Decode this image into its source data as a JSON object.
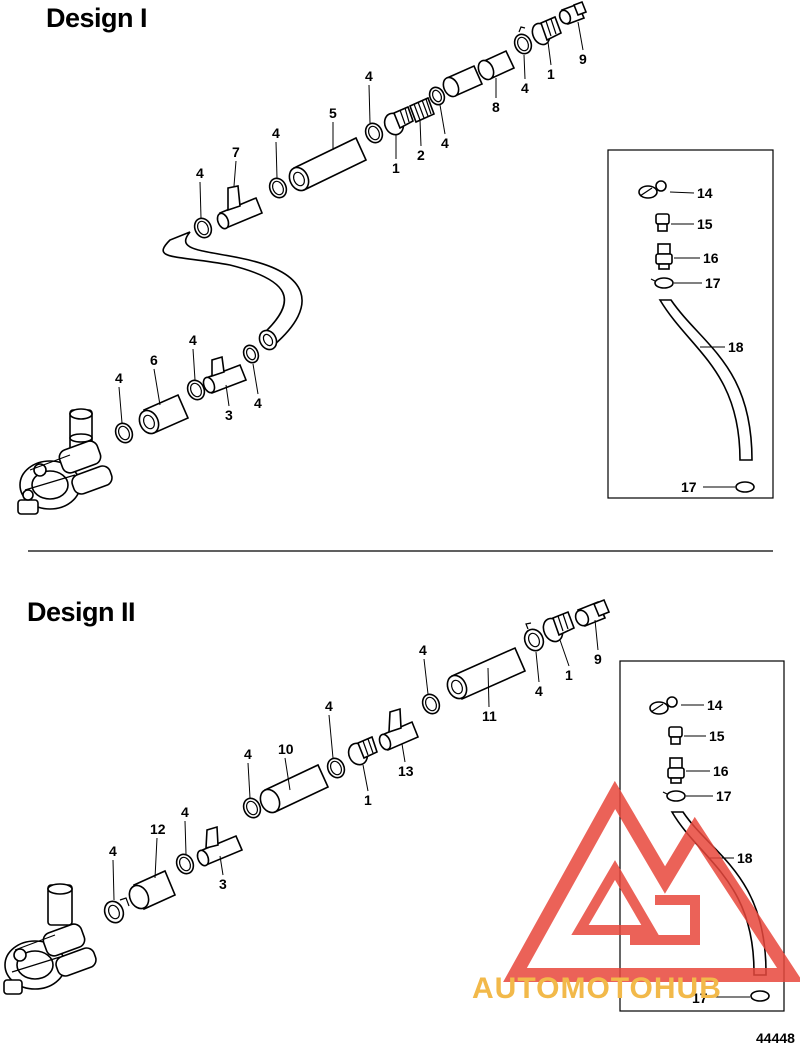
{
  "sections": {
    "design1": {
      "title": "Design I"
    },
    "design2": {
      "title": "Design II"
    }
  },
  "callouts": {
    "d1": {
      "c9": "9",
      "c1a": "1",
      "c4a": "4",
      "c8": "8",
      "c4b": "4",
      "c2": "2",
      "c1b": "1",
      "c4c": "4",
      "c5": "5",
      "c4d": "4",
      "c7": "7",
      "c4e": "4",
      "c4f": "4",
      "c6": "6",
      "c4g": "4",
      "c3": "3",
      "c4h": "4"
    },
    "d1_kit": {
      "c14": "14",
      "c15": "15",
      "c16": "16",
      "c17a": "17",
      "c18": "18",
      "c17b": "17"
    },
    "d2": {
      "c9": "9",
      "c1a": "1",
      "c4a": "4",
      "c11": "11",
      "c4b": "4",
      "c13": "13",
      "c4c": "4",
      "c1b": "1",
      "c10": "10",
      "c4d": "4",
      "c4e": "4",
      "c12": "12",
      "c3": "3",
      "c4f": "4"
    },
    "d2_kit": {
      "c14": "14",
      "c15": "15",
      "c16": "16",
      "c17a": "17",
      "c18": "18",
      "c17b": "17"
    }
  },
  "figure_number": "44448",
  "watermark": {
    "text": "AUTOMOTOHUB",
    "color_triangle": "#e8473c",
    "color_text": "#f2b94a"
  }
}
